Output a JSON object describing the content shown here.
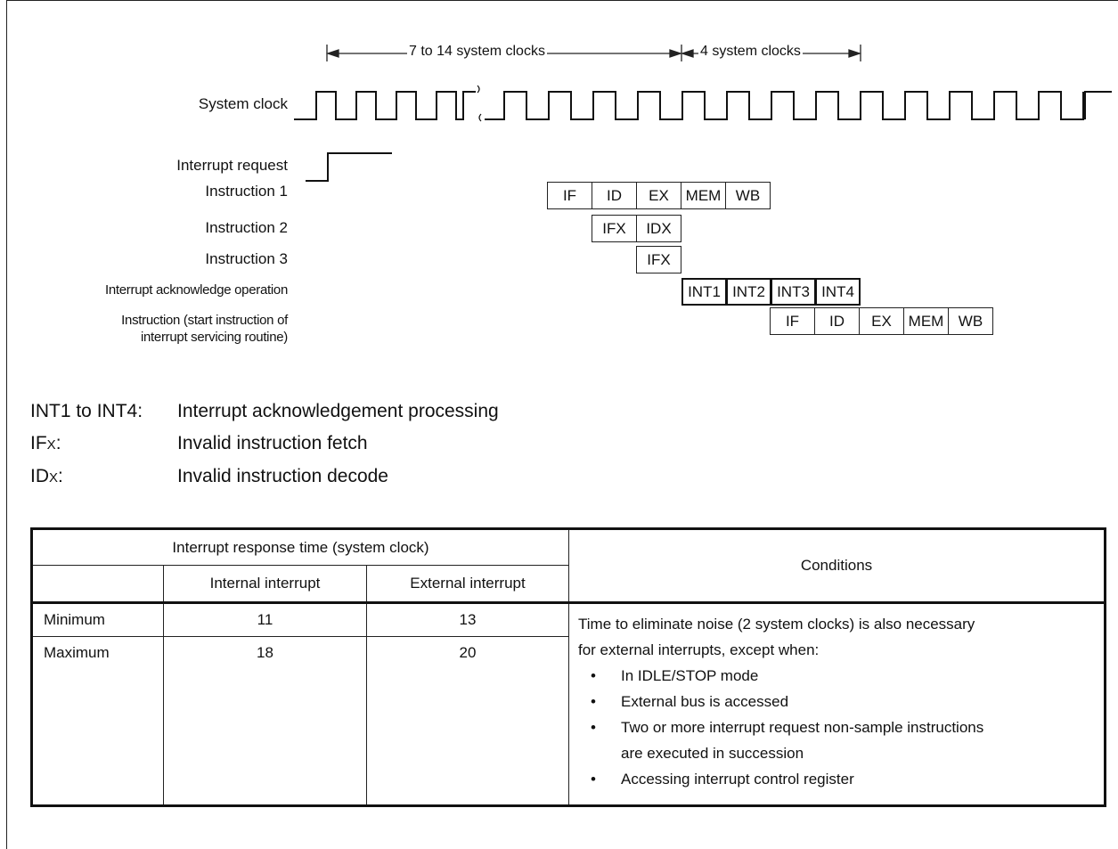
{
  "timing": {
    "span1_label": "7 to 14 system clocks",
    "span2_label": "4 system clocks",
    "signals": {
      "system_clock": "System clock",
      "interrupt_request": "Interrupt request",
      "instruction1": "Instruction 1",
      "instruction2": "Instruction 2",
      "instruction3": "Instruction 3",
      "int_ack": "Interrupt acknowledge operation",
      "isr_line1": "Instruction (start instruction of",
      "isr_line2": "interrupt servicing routine)"
    },
    "stages": {
      "instruction1": [
        "IF",
        "ID",
        "EX",
        "MEM",
        "WB"
      ],
      "instruction2": [
        "IFX",
        "IDX"
      ],
      "instruction3": [
        "IFX"
      ],
      "int_ack": [
        "INT1",
        "INT2",
        "INT3",
        "INT4"
      ],
      "isr": [
        "IF",
        "ID",
        "EX",
        "MEM",
        "WB"
      ]
    }
  },
  "legend": [
    {
      "term_main": "INT1 to INT4:",
      "term_sub": "",
      "desc": "Interrupt acknowledgement processing"
    },
    {
      "term_main": "IF",
      "term_sub": "X",
      "term_suffix": ":",
      "desc": "Invalid instruction fetch"
    },
    {
      "term_main": "ID",
      "term_sub": "X",
      "term_suffix": ":",
      "desc": "Invalid instruction decode"
    }
  ],
  "table": {
    "group_header": "Interrupt response time (system clock)",
    "conditions_header": "Conditions",
    "col_internal": "Internal interrupt",
    "col_external": "External interrupt",
    "rows": [
      {
        "label": "Minimum",
        "internal": "11",
        "external": "13"
      },
      {
        "label": "Maximum",
        "internal": "18",
        "external": "20"
      }
    ],
    "conditions_intro_1": "Time to eliminate noise (2 system clocks) is also necessary",
    "conditions_intro_2": "for external interrupts, except when:",
    "conditions_bullets": [
      "In IDLE/STOP mode",
      "External bus is accessed",
      "Two or more interrupt request non-sample instructions",
      "Accessing interrupt control register"
    ],
    "conditions_bullet3_cont": "are executed in succession"
  }
}
